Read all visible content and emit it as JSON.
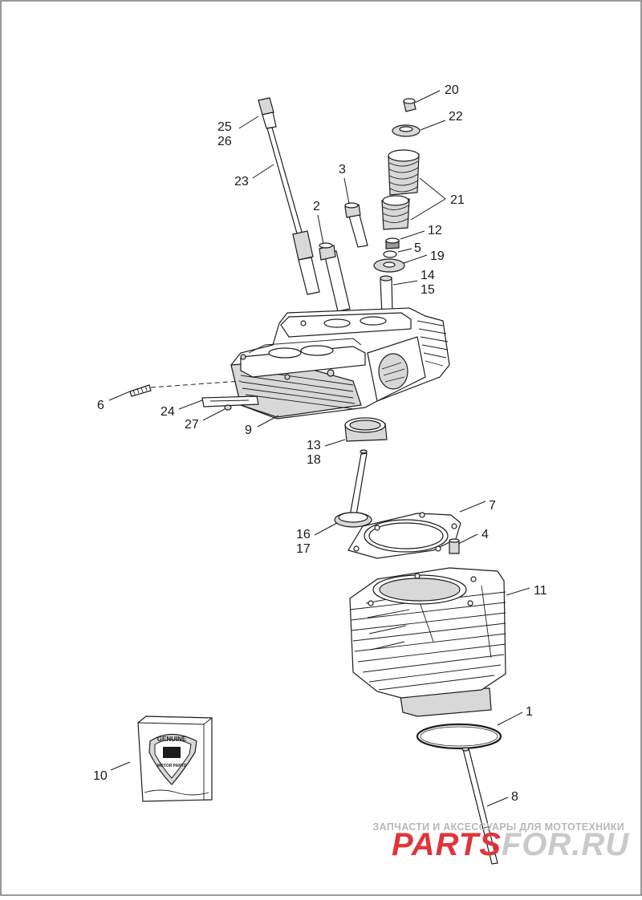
{
  "diagram": {
    "callouts": [
      {
        "id": "c20",
        "text": "20"
      },
      {
        "id": "c22",
        "text": "22"
      },
      {
        "id": "c25",
        "text": "25"
      },
      {
        "id": "c26",
        "text": "26"
      },
      {
        "id": "c23",
        "text": "23"
      },
      {
        "id": "c3",
        "text": "3"
      },
      {
        "id": "c21",
        "text": "21"
      },
      {
        "id": "c2",
        "text": "2"
      },
      {
        "id": "c12",
        "text": "12"
      },
      {
        "id": "c5",
        "text": "5"
      },
      {
        "id": "c19",
        "text": "19"
      },
      {
        "id": "c14",
        "text": "14"
      },
      {
        "id": "c15",
        "text": "15"
      },
      {
        "id": "c6",
        "text": "6"
      },
      {
        "id": "c24",
        "text": "24"
      },
      {
        "id": "c27",
        "text": "27"
      },
      {
        "id": "c9",
        "text": "9"
      },
      {
        "id": "c13",
        "text": "13"
      },
      {
        "id": "c18",
        "text": "18"
      },
      {
        "id": "c7",
        "text": "7"
      },
      {
        "id": "c16",
        "text": "16"
      },
      {
        "id": "c4",
        "text": "4"
      },
      {
        "id": "c17",
        "text": "17"
      },
      {
        "id": "c11",
        "text": "11"
      },
      {
        "id": "c1",
        "text": "1"
      },
      {
        "id": "c10",
        "text": "10"
      },
      {
        "id": "c8",
        "text": "8"
      }
    ]
  },
  "watermark": {
    "tagline": "ЗАПЧАСТИ И АКСЕССУАРЫ ДЛЯ МОТОТЕХНИКИ",
    "logo_part1": "PARTS",
    "logo_part2": "FOR.RU",
    "color_red": "#e0353a",
    "color_grey": "#c9c9c9"
  },
  "icons": {
    "package_box": "genuine-motor-parts-box-icon"
  }
}
